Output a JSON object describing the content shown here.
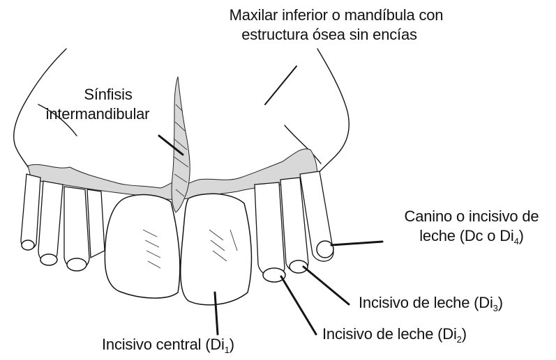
{
  "labels": {
    "mandible": [
      "Maxilar inferior o mandíbula con",
      "estructura ósea sin encías"
    ],
    "symphysis": [
      "Sínfisis",
      "intermandibular"
    ],
    "canine": {
      "line1": "Canino o incisivo de",
      "line2_pre": "leche (Dc o Di",
      "line2_sub": "4",
      "line2_post": ")"
    },
    "incisor3": {
      "pre": "Incisivo de leche (Di",
      "sub": "3",
      "post": ")"
    },
    "incisor2": {
      "pre": "Incisivo de leche (Di",
      "sub": "2",
      "post": ")"
    },
    "central": {
      "pre": "Incisivo central (Di",
      "sub": "1",
      "post": ")"
    }
  }
}
